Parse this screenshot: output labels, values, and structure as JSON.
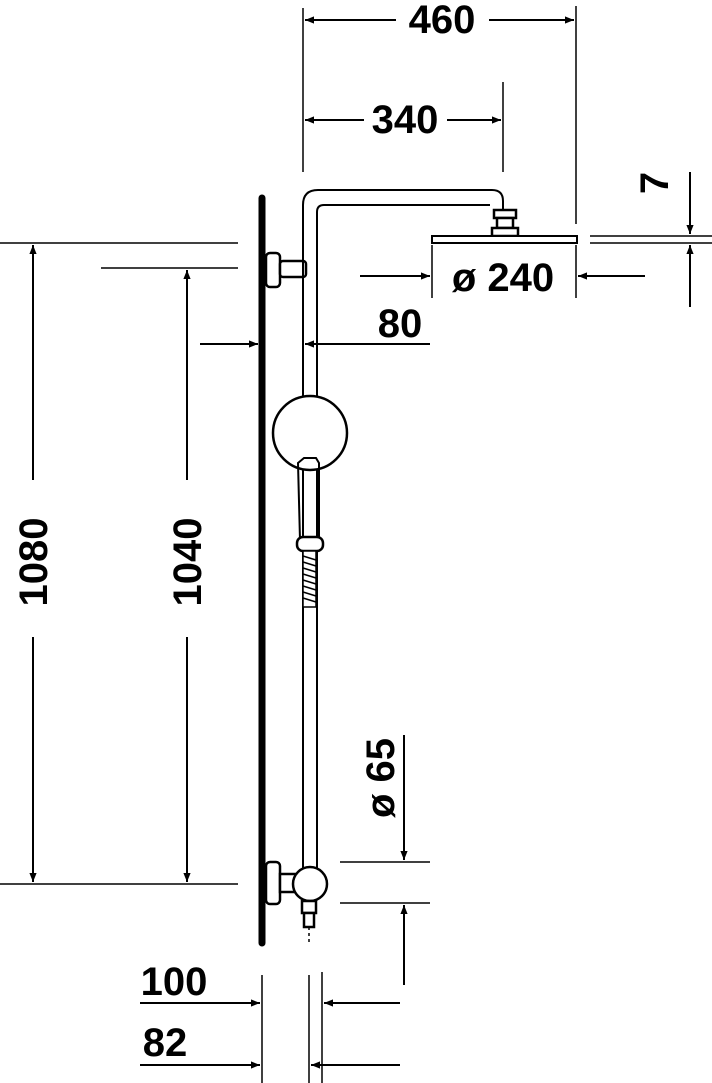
{
  "dimensions": {
    "overall_width": "460",
    "arm_length": "340",
    "head_thickness": "7",
    "head_diameter": "ø 240",
    "wall_to_column": "80",
    "total_height": "1080",
    "bracket_height": "1040",
    "valve_diameter": "ø 65",
    "outlet_offset_100": "100",
    "outlet_offset_82": "82"
  }
}
